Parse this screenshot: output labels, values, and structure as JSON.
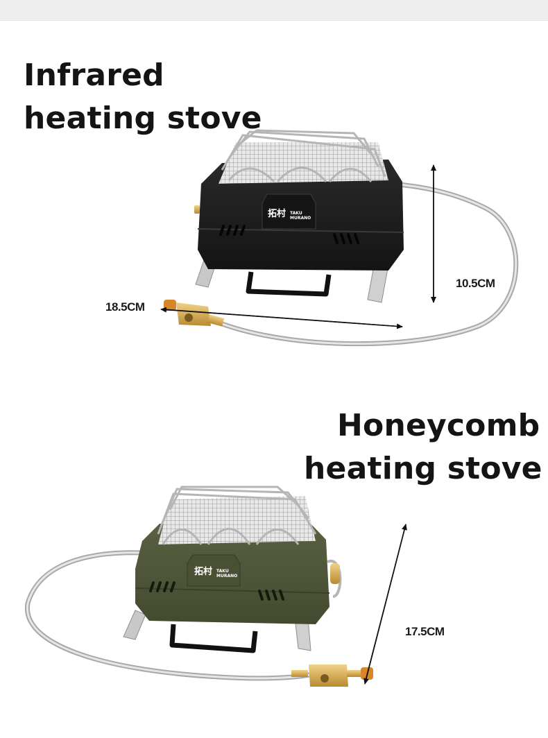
{
  "header_bar": {
    "color": "#eeeeee"
  },
  "products": [
    {
      "name_line1": "Infrared",
      "name_line2": "heating stove",
      "body_color": "#1e1e1e",
      "brand_cn": "拓村",
      "brand_en_line1": "TAKU",
      "brand_en_line2": "MURANO",
      "dimensions": {
        "height": "10.5CM",
        "hose_span": "18.5CM"
      }
    },
    {
      "name_line1": "Honeycomb",
      "name_line2": "heating stove",
      "body_color": "#4e5537",
      "brand_cn": "拓村",
      "brand_en_line1": "TAKU",
      "brand_en_line2": "MURANO",
      "dimensions": {
        "diagonal": "17.5CM"
      }
    }
  ]
}
